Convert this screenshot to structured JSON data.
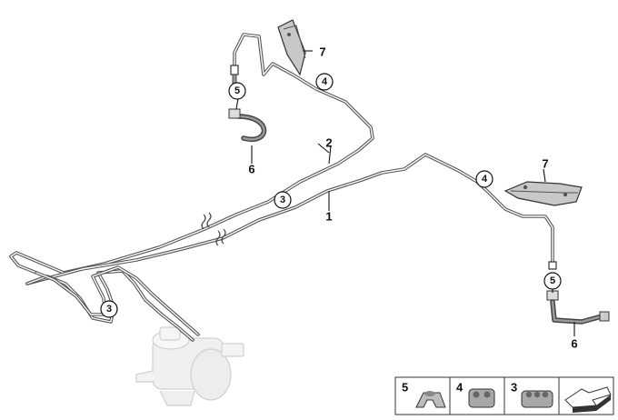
{
  "callouts": {
    "c3_upper": "3",
    "c3_lower": "3",
    "c4_upper": "4",
    "c4_right": "4",
    "c5_left": "5",
    "c5_right": "5"
  },
  "labels": {
    "p1": "1",
    "p2": "2",
    "p6_left": "6",
    "p6_right": "6",
    "p7_top": "7",
    "p7_right": "7"
  },
  "legend": [
    {
      "number": "5",
      "icon": "pipe-clip-icon"
    },
    {
      "number": "4",
      "icon": "double-clip-icon"
    },
    {
      "number": "3",
      "icon": "triple-clip-icon"
    },
    {
      "number": "",
      "icon": "direction-arrow-icon"
    }
  ]
}
